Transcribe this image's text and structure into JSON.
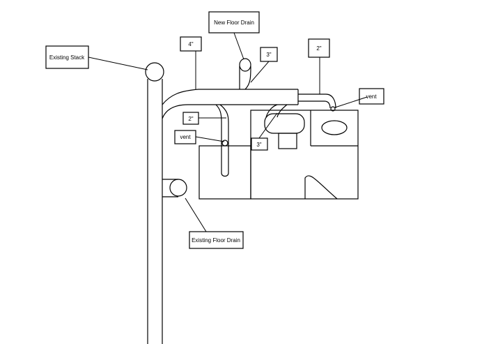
{
  "diagram": {
    "labels": {
      "existing_stack": "Existing Stack",
      "new_floor_drain": "New Floor Drain",
      "size_4in": "4\"",
      "size_3in_top": "3\"",
      "size_2in_top": "2\"",
      "vent_right": "vent",
      "size_2in_left": "2\"",
      "vent_left": "vent",
      "size_3in_bottom": "3\"",
      "existing_floor_drain": "Existing Floor Drain"
    }
  }
}
